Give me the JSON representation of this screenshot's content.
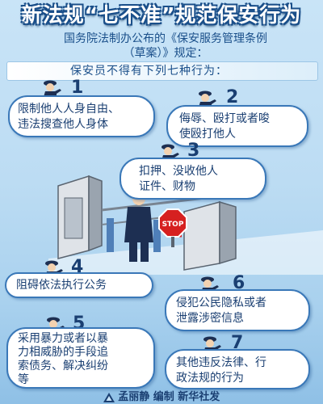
{
  "title": "新法规“七不准”规范保安行为",
  "intro": {
    "line1": "国务院法制办公布的《保安服务管理条例",
    "line2": "（草案）》规定："
  },
  "banner": "保安员不得有下列七种行为：",
  "rules": [
    {
      "num": "1",
      "line1": "限制他人人身自由、",
      "line2": "违法搜查他人身体",
      "line3": ""
    },
    {
      "num": "2",
      "line1": "侮辱、殴打或者唆",
      "line2": "使殴打他人",
      "line3": ""
    },
    {
      "num": "3",
      "line1": "扣押、没收他人",
      "line2": "证件、财物",
      "line3": ""
    },
    {
      "num": "4",
      "line1": "阻碍依法执行公务",
      "line2": "",
      "line3": ""
    },
    {
      "num": "5",
      "line1": "采用暴力或者以暴",
      "line2": "力相威胁的手段追",
      "line3": "索债务、解决纠纷",
      "line4": "等"
    },
    {
      "num": "6",
      "line1": "侵犯公民隐私或者",
      "line2": "泄露涉密信息",
      "line3": ""
    },
    {
      "num": "7",
      "line1": "其他违反法律、行",
      "line2": "政法规的行为",
      "line3": ""
    }
  ],
  "stop_sign": "STOP",
  "footer": "孟丽静 编制 新华社发",
  "colors": {
    "primary": "#1a4f8a",
    "bubble_border": "#3a78b8",
    "stop": "#d62020"
  }
}
